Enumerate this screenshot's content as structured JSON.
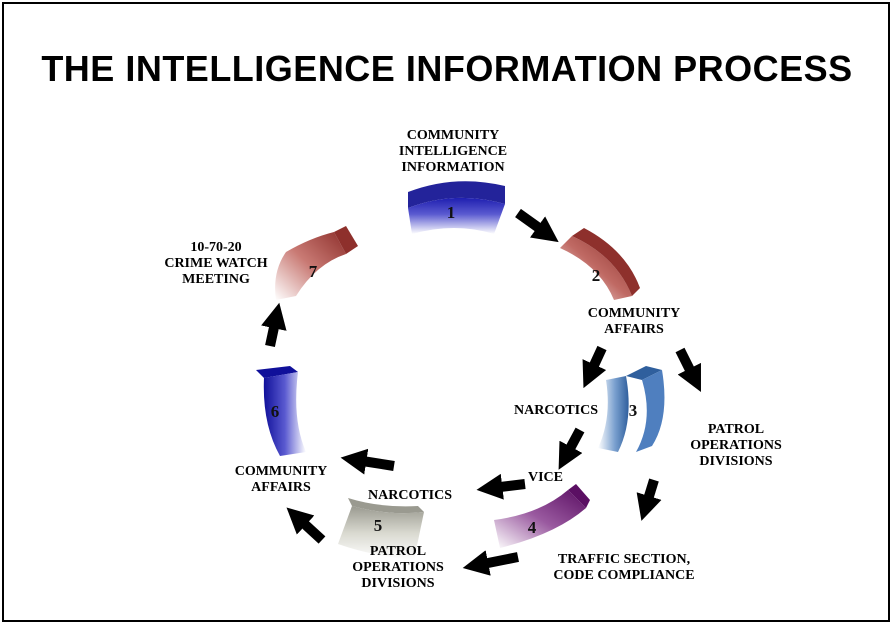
{
  "title": "THE INTELLIGENCE INFORMATION PROCESS",
  "steps": [
    {
      "number": "1",
      "color": "#1f1fb0"
    },
    {
      "number": "2",
      "color": "#9a3a34"
    },
    {
      "number": "3",
      "color": "#3f6ea8"
    },
    {
      "number": "4",
      "color": "#6a1a6e"
    },
    {
      "number": "5",
      "color": "#9a9a90"
    },
    {
      "number": "6",
      "color": "#10109a"
    },
    {
      "number": "7",
      "color": "#a84440"
    }
  ],
  "labels": {
    "community_intelligence_information": "COMMUNITY\nINTELLIGENCE\nINFORMATION",
    "community_affairs_right": "COMMUNITY\nAFFAIRS",
    "narcotics_right": "NARCOTICS",
    "patrol_operations_right": "PATROL\nOPERATIONS\nDIVISIONS",
    "vice": "VICE",
    "traffic_section": "TRAFFIC SECTION,\nCODE COMPLIANCE",
    "narcotics_bottom": "NARCOTICS",
    "patrol_operations_bottom": "PATROL\nOPERATIONS\nDIVISIONS",
    "community_affairs_left": "COMMUNITY\nAFFAIRS",
    "crime_watch_meeting": "10-70-20\nCRIME WATCH\nMEETING"
  }
}
